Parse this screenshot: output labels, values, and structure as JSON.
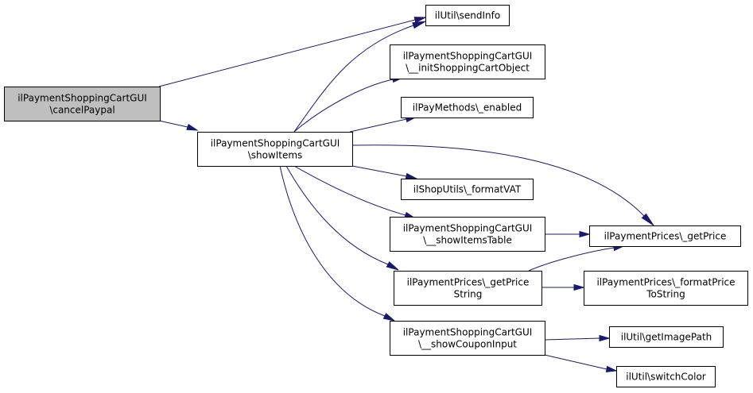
{
  "colors": {
    "edge": "#191970",
    "node_fill": "#ffffff",
    "root_fill": "#bfbfbf",
    "node_border": "#000000",
    "text": "#000000"
  },
  "nodes": [
    {
      "id": "cancelPaypal",
      "lines": [
        "ilPaymentShoppingCartGUI",
        "\\cancelPaypal"
      ],
      "root": true
    },
    {
      "id": "sendInfo",
      "lines": [
        "ilUtil\\sendInfo"
      ]
    },
    {
      "id": "initCart",
      "lines": [
        "ilPaymentShoppingCartGUI",
        "\\__initShoppingCartObject"
      ]
    },
    {
      "id": "enabled",
      "lines": [
        "ilPayMethods\\_enabled"
      ]
    },
    {
      "id": "showItems",
      "lines": [
        "ilPaymentShoppingCartGUI",
        "\\showItems"
      ]
    },
    {
      "id": "formatVAT",
      "lines": [
        "ilShopUtils\\_formatVAT"
      ]
    },
    {
      "id": "showItemsTable",
      "lines": [
        "ilPaymentShoppingCartGUI",
        "\\__showItemsTable"
      ]
    },
    {
      "id": "getPrice",
      "lines": [
        "ilPaymentPrices\\_getPrice"
      ]
    },
    {
      "id": "getPriceString",
      "lines": [
        "ilPaymentPrices\\_getPrice",
        "String"
      ]
    },
    {
      "id": "formatPriceToString",
      "lines": [
        "ilPaymentPrices\\_formatPrice",
        "ToString"
      ]
    },
    {
      "id": "showCouponInput",
      "lines": [
        "ilPaymentShoppingCartGUI",
        "\\__showCouponInput"
      ]
    },
    {
      "id": "getImagePath",
      "lines": [
        "ilUtil\\getImagePath"
      ]
    },
    {
      "id": "switchColor",
      "lines": [
        "ilUtil\\switchColor"
      ]
    }
  ],
  "edges": [
    {
      "from": "cancelPaypal",
      "to": "sendInfo"
    },
    {
      "from": "cancelPaypal",
      "to": "showItems"
    },
    {
      "from": "showItems",
      "to": "sendInfo"
    },
    {
      "from": "showItems",
      "to": "initCart"
    },
    {
      "from": "showItems",
      "to": "enabled"
    },
    {
      "from": "showItems",
      "to": "getPrice"
    },
    {
      "from": "showItems",
      "to": "formatVAT"
    },
    {
      "from": "showItems",
      "to": "showItemsTable"
    },
    {
      "from": "showItems",
      "to": "getPriceString"
    },
    {
      "from": "showItems",
      "to": "showCouponInput"
    },
    {
      "from": "showItemsTable",
      "to": "getPrice"
    },
    {
      "from": "getPriceString",
      "to": "getPrice"
    },
    {
      "from": "getPriceString",
      "to": "formatPriceToString"
    },
    {
      "from": "showCouponInput",
      "to": "getImagePath"
    },
    {
      "from": "showCouponInput",
      "to": "switchColor"
    }
  ]
}
